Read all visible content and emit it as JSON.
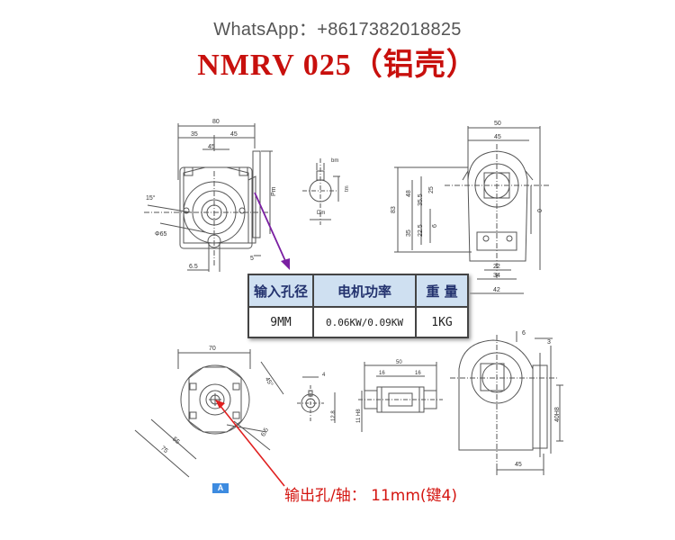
{
  "header": {
    "whatsapp": "WhatsApp：+8617382018825",
    "title": "NMRV 025（铝壳）"
  },
  "spec_table": {
    "headers": [
      "输入孔径",
      "电机功率",
      "重 量"
    ],
    "row": [
      "9MM",
      "0.06KW/0.09KW",
      "1KG"
    ]
  },
  "badge": "A",
  "output_note": "输出孔/轴： 11mm(键4)",
  "dims": {
    "front_top": [
      "80",
      "35",
      "45",
      "45"
    ],
    "front_side": [
      "Pm",
      "5",
      "6.5",
      "Φ65",
      "15°"
    ],
    "bore": [
      "bm",
      "tm",
      "Dm"
    ],
    "side_top": [
      "50",
      "45"
    ],
    "side_left": [
      "83",
      "48",
      "35",
      "35.5",
      "25",
      "22.5",
      "6"
    ],
    "side_right": [
      "0"
    ],
    "side_bottom": [
      "22",
      "34",
      "42"
    ],
    "flange": [
      "70",
      "45°",
      "55",
      "75",
      "6.5"
    ],
    "key": [
      "4",
      "12.8"
    ],
    "shaft": [
      "50",
      "16",
      "16",
      "11 H8"
    ],
    "rear": [
      "6",
      "3",
      "40H8",
      "45"
    ]
  },
  "colors": {
    "title": "#c8100d",
    "note": "#d41510",
    "leader_purple": "#7a1fa2",
    "leader_red": "#e02020",
    "table_header_bg": "#cfe0f1",
    "badge_bg": "#3d8be0"
  }
}
